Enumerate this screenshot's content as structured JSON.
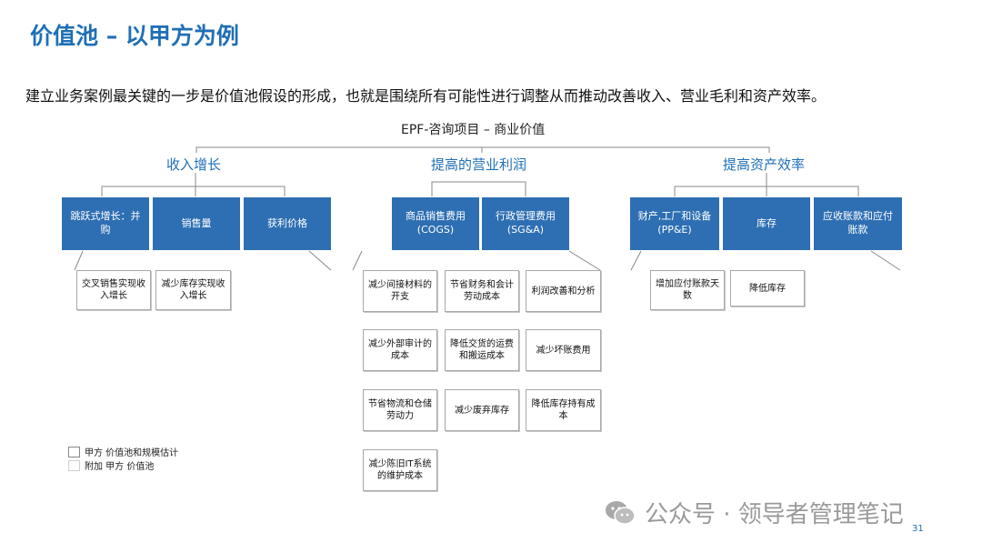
{
  "title": "价值池 – 以甲方为例",
  "intro": "建立业务案例最关键的一步是价值池假设的形成，也就是围绕所有可能性进行调整从而推动改善收入、营业毛利和资产效率。",
  "heading": "EPF-咨询项目 – 商业价值",
  "categories": [
    {
      "label": "收入增长",
      "boxes": [
        "跳跃式增长：并购",
        "销售量",
        "获利价格"
      ],
      "leaves": [
        "交叉销售实现收入增长",
        "减少库存实现收入增长"
      ]
    },
    {
      "label": "提高的营业利润",
      "boxes": [
        "商品销售费用\n(COGS)",
        "行政管理费用\n(SG&A)"
      ],
      "leaves": [
        "减少间接材料的开支",
        "节省财务和会计劳动成本",
        "利润改善和分析",
        "减少外部审计的成本",
        "降低交货的运费和搬运成本",
        "减少坏账费用",
        "节省物流和仓储劳动力",
        "减少废弃库存",
        "降低库存持有成本",
        "减少陈旧IT系统的维护成本"
      ]
    },
    {
      "label": "提高资产效率",
      "boxes": [
        "财产,工厂和设备\n(PP&E)",
        "库存",
        "应收账款和应付账款"
      ],
      "leaves": [
        "增加应付账款天数",
        "降低库存"
      ]
    }
  ],
  "legend": [
    {
      "label": "甲方 价值池和规模估计"
    },
    {
      "label": "附加 甲方 价值池"
    }
  ],
  "watermark": "公众号 · 领导者管理笔记",
  "page_number": "31",
  "colors": {
    "accent": "#1f6fb6",
    "box": "#2e6fb3"
  }
}
